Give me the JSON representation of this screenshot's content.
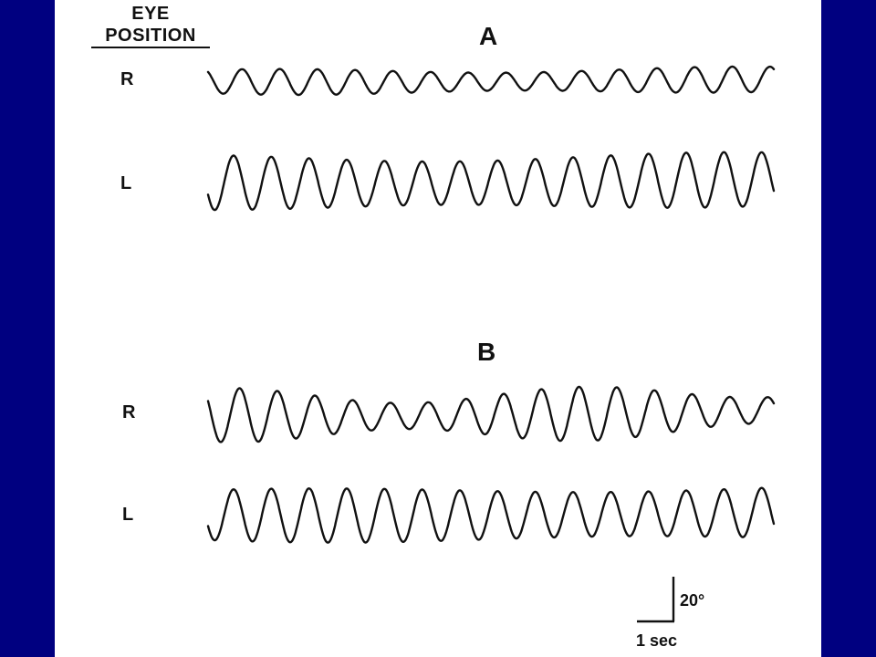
{
  "header": {
    "line1": "EYE",
    "line2": "POSITION"
  },
  "panels": [
    {
      "label": "A",
      "traces": [
        {
          "eye": "R",
          "cycles": 15,
          "amplitude": "small"
        },
        {
          "eye": "L",
          "cycles": 15,
          "amplitude": "large"
        }
      ]
    },
    {
      "label": "B",
      "traces": [
        {
          "eye": "R",
          "cycles": 15,
          "amplitude": "large"
        },
        {
          "eye": "L",
          "cycles": 15,
          "amplitude": "large"
        }
      ]
    }
  ],
  "scale_bar": {
    "vertical": "20°",
    "horizontal": "1 sec"
  },
  "colors": {
    "background": "#000080",
    "figure": "#ffffff",
    "ink": "#111111"
  }
}
